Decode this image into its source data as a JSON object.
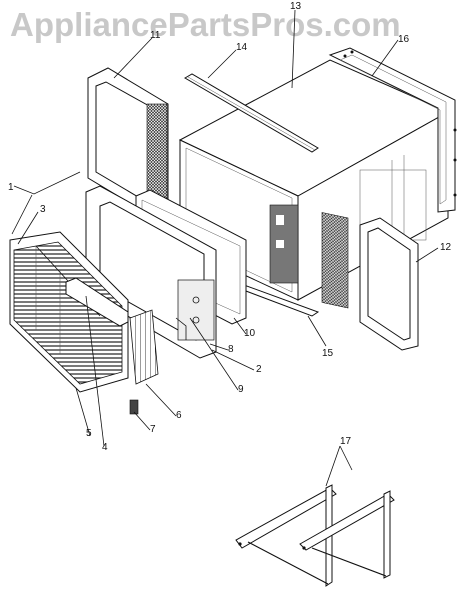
{
  "watermark": {
    "text": "AppliancePartsPros.com"
  },
  "callouts": {
    "c1": "1",
    "c2": "2",
    "c3": "3",
    "c4": "4",
    "c5": "5",
    "c6": "6",
    "c7": "7",
    "c8": "8",
    "c9": "9",
    "c10": "10",
    "c11": "11",
    "c12": "12",
    "c13": "13",
    "c14": "14",
    "c15": "15",
    "c16": "16",
    "c17": "17"
  }
}
